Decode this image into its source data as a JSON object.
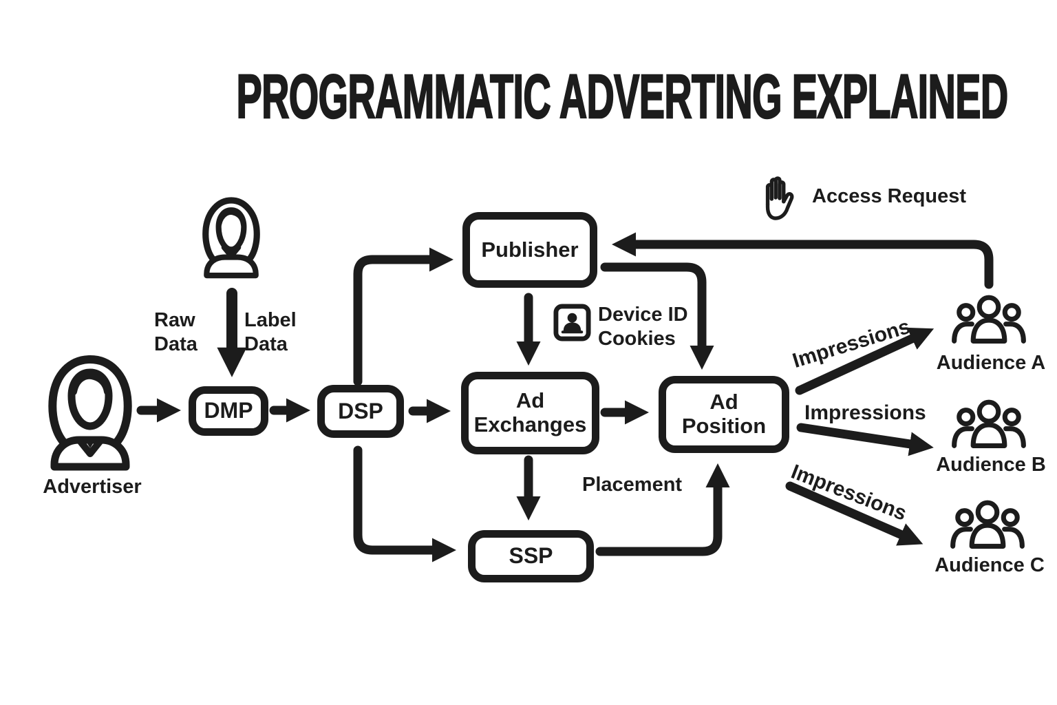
{
  "title": "PROGRAMMATIC ADVERTING EXPLAINED",
  "colors": {
    "ink": "#1c1c1c",
    "background": "#ffffff"
  },
  "actors": {
    "advertiser_label": "Advertiser"
  },
  "nodes": {
    "dmp": "DMP",
    "dsp": "DSP",
    "publisher": "Publisher",
    "ssp": "SSP",
    "ad_exchanges": [
      "Ad",
      "Exchanges"
    ],
    "ad_position": [
      "Ad",
      "Position"
    ]
  },
  "labels": {
    "raw_data": [
      "Raw",
      "Data"
    ],
    "label_data": [
      "Label",
      "Data"
    ],
    "device_id": [
      "Device ID",
      "Cookies"
    ],
    "access_request": "Access Request",
    "placement": "Placement",
    "impressions": [
      "Impressions",
      "Impressions",
      "Impressions"
    ]
  },
  "audiences": [
    {
      "label": "Audience A"
    },
    {
      "label": "Audience B"
    },
    {
      "label": "Audience C"
    }
  ],
  "flow": [
    {
      "from": "advertiser",
      "to": "dmp"
    },
    {
      "from": "data-provider",
      "to": "dmp",
      "labels": [
        "Raw Data",
        "Label Data"
      ]
    },
    {
      "from": "dmp",
      "to": "dsp"
    },
    {
      "from": "dsp",
      "to": "publisher"
    },
    {
      "from": "dsp",
      "to": "ad-exchanges"
    },
    {
      "from": "dsp",
      "to": "ssp"
    },
    {
      "from": "publisher",
      "to": "ad-exchanges",
      "label": "Device ID Cookies"
    },
    {
      "from": "publisher",
      "to": "ad-position"
    },
    {
      "from": "ad-exchanges",
      "to": "ad-position"
    },
    {
      "from": "ad-exchanges",
      "to": "ssp"
    },
    {
      "from": "ssp",
      "to": "ad-position",
      "label": "Placement"
    },
    {
      "from": "audience-a",
      "to": "publisher",
      "label": "Access Request"
    },
    {
      "from": "ad-position",
      "to": "audience-a",
      "label": "Impressions"
    },
    {
      "from": "ad-position",
      "to": "audience-b",
      "label": "Impressions"
    },
    {
      "from": "ad-position",
      "to": "audience-c",
      "label": "Impressions"
    }
  ]
}
